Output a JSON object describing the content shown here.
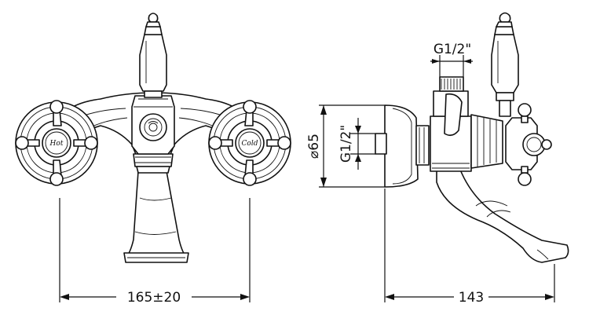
{
  "diagram": {
    "front_view": {
      "left_handle_label": "Hot",
      "right_handle_label": "Cold",
      "width_dimension": "165±20"
    },
    "side_view": {
      "inlet_thread_top": "G1/2\"",
      "inlet_thread_side": "G1/2\"",
      "flange_diameter": "⌀65",
      "projection_dimension": "143"
    }
  }
}
